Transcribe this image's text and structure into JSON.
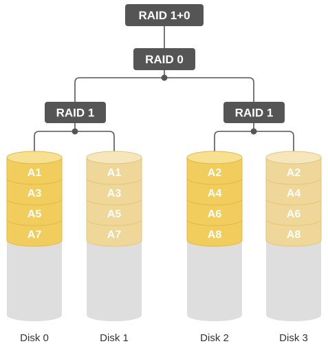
{
  "labels": {
    "top": "RAID 1+0",
    "stripe": "RAID 0",
    "mirror_left": "RAID 1",
    "mirror_right": "RAID 1"
  },
  "disks": [
    {
      "name": "Disk 0",
      "blocks": [
        "A1",
        "A3",
        "A5",
        "A7"
      ],
      "tone": "primary"
    },
    {
      "name": "Disk 1",
      "blocks": [
        "A1",
        "A3",
        "A5",
        "A7"
      ],
      "tone": "mirror"
    },
    {
      "name": "Disk 2",
      "blocks": [
        "A2",
        "A4",
        "A6",
        "A8"
      ],
      "tone": "primary"
    },
    {
      "name": "Disk 3",
      "blocks": [
        "A2",
        "A4",
        "A6",
        "A8"
      ],
      "tone": "mirror"
    }
  ],
  "colors": {
    "label_bg": "#555555",
    "connector": "#555555",
    "primary_block": "#f1cd5e",
    "primary_block_dark": "#e2b943",
    "primary_top": "#f7e08f",
    "mirror_block": "#efd79a",
    "mirror_block_dark": "#e3c67c",
    "mirror_top": "#f5e6bb",
    "disk_body": "#dedede",
    "disk_body_dark": "#cfcfcf",
    "text_on_block": "#ffffff",
    "disk_label": "#333333"
  }
}
